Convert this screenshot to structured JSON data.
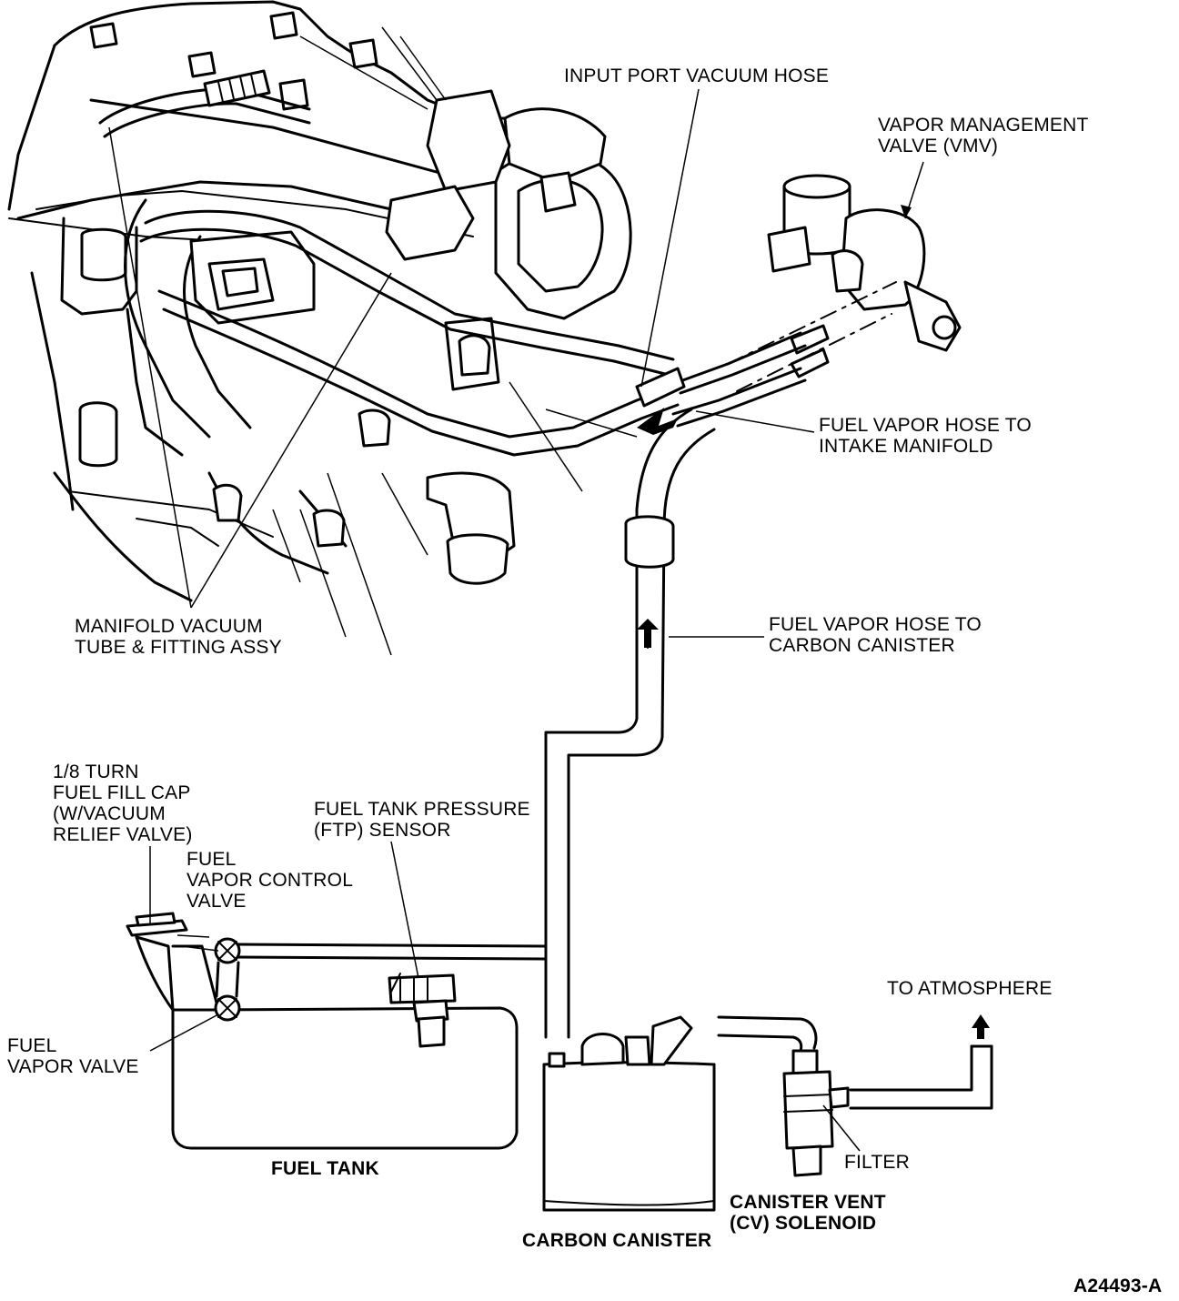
{
  "labels": {
    "input_port": "INPUT PORT VACUUM HOSE",
    "vmv": [
      "VAPOR MANAGEMENT",
      "VALVE (VMV)"
    ],
    "hose_intake": [
      "FUEL VAPOR HOSE TO",
      "INTAKE MANIFOLD"
    ],
    "hose_canister": [
      "FUEL VAPOR HOSE TO",
      "CARBON CANISTER"
    ],
    "manifold_tube": [
      "MANIFOLD VACUUM",
      "TUBE & FITTING ASSY"
    ],
    "fill_cap": [
      "1/8 TURN",
      "FUEL FILL CAP",
      "(W/VACUUM",
      "RELIEF VALVE)"
    ],
    "vapor_control_valve": [
      "FUEL",
      "VAPOR CONTROL",
      "VALVE"
    ],
    "ftp_sensor": [
      "FUEL TANK PRESSURE",
      "(FTP) SENSOR"
    ],
    "to_atmosphere": "TO ATMOSPHERE",
    "vapor_valve": [
      "FUEL",
      "VAPOR VALVE"
    ],
    "fuel_tank": "FUEL TANK",
    "filter": "FILTER",
    "cv_solenoid": [
      "CANISTER VENT",
      "(CV) SOLENOID"
    ],
    "carbon_canister": "CARBON CANISTER",
    "figure_id": "A24493-A"
  }
}
